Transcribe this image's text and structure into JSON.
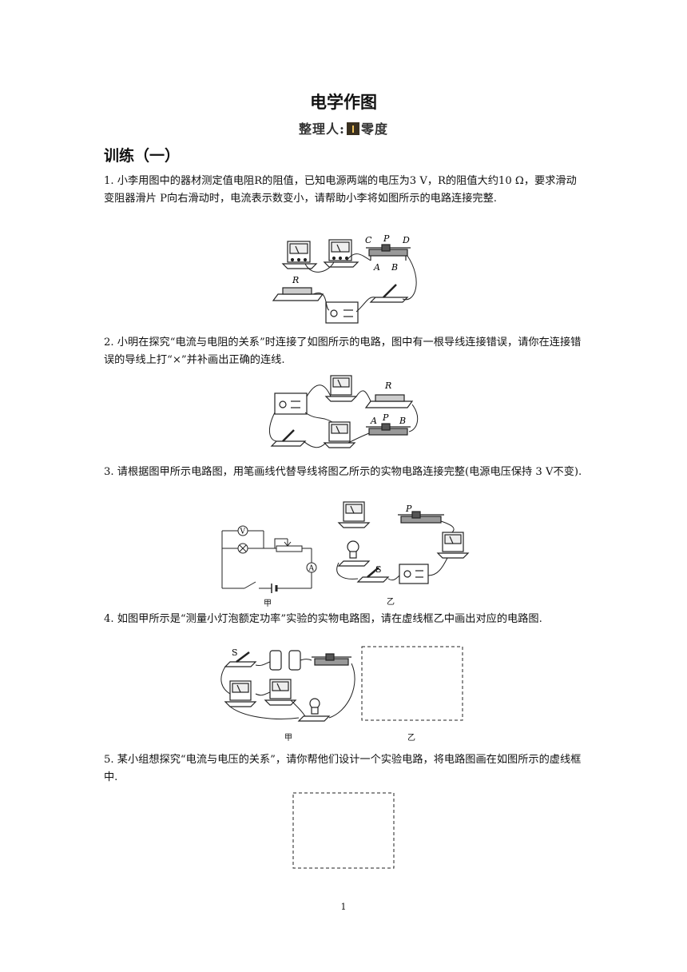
{
  "title": "电学作图",
  "author": {
    "prefix": "整理人:",
    "name": "零度"
  },
  "section": "训练（一）",
  "questions": [
    {
      "text": "1.  小李用图中的器材测定值电阻R的阻值，已知电源两端的电压为3 V，R的阻值大约10  Ω，要求滑动变阻器滑片 P向右滑动时，电流表示数变小，请帮助小李将如图所示的电路连接完整."
    },
    {
      "text": "2.  小明在探究“电流与电阻的关系”时连接了如图所示的电路，图中有一根导线连接错误，请你在连接错误的导线上打“×”并补画出正确的连线."
    },
    {
      "text": "3.  请根据图甲所示电路图，用笔画线代替导线将图乙所示的实物电路连接完整(电源电压保持 3  V不变)."
    },
    {
      "text": "4.  如图甲所示是“测量小灯泡额定功率”实验的实物电路图，请在虚线框乙中画出对应的电路图."
    },
    {
      "text": "5.  某小组想探究“电流与电压的关系”，请你帮他们设计一个实验电路，将电路图画在如图所示的虚线框中."
    }
  ],
  "labels": {
    "q1": {
      "c": "C",
      "p": "P",
      "d": "D",
      "a": "A",
      "b": "B",
      "r": "R"
    },
    "q2": {
      "r": "R",
      "a": "A",
      "p": "P",
      "b": "B"
    },
    "q3": {
      "v": "V",
      "a": "A",
      "s": "S",
      "p": "P",
      "jia": "甲",
      "yi": "乙"
    },
    "q4": {
      "s": "S",
      "jia": "甲",
      "yi": "乙"
    }
  },
  "page_number": "1"
}
